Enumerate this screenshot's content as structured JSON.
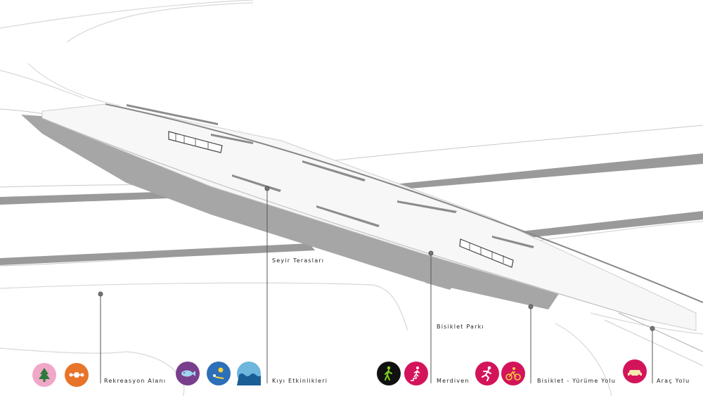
{
  "labels": {
    "seyir": "Seyir Terasları",
    "bisiklet_parki": "Bisiklet Parkı",
    "rekreasyon": "Rekreasyon Alanı",
    "kiyi": "Kıyı Etkinlikleri",
    "merdiven": "Merdiven",
    "bisiklet_yurume": "Bisiklet - Yürüme Yolu",
    "arac": "Araç Yolu"
  },
  "icons": [
    {
      "name": "tree-icon",
      "color": "#f0a8c8"
    },
    {
      "name": "fireworks-icon",
      "color": "#e8742a"
    },
    {
      "name": "fish-icon",
      "color": "#7a3f8c"
    },
    {
      "name": "sunbathing-icon",
      "color": "#2d6fb8"
    },
    {
      "name": "waves-icon",
      "color": "#6fb6dd"
    },
    {
      "name": "walking-person-icon",
      "color": "#111111"
    },
    {
      "name": "stairs-icon",
      "color": "#d4145a"
    },
    {
      "name": "running-icon",
      "color": "#d4145a"
    },
    {
      "name": "bicycle-icon",
      "color": "#d4145a"
    },
    {
      "name": "car-icon",
      "color": "#d4145a"
    }
  ]
}
